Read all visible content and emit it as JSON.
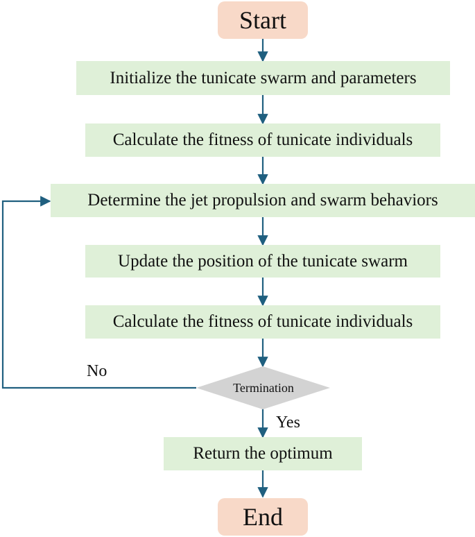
{
  "flowchart": {
    "start": "Start",
    "steps": [
      "Initialize the tunicate swarm and parameters",
      "Calculate the fitness of tunicate individuals",
      "Determine the jet propulsion and swarm behaviors",
      "Update the position of the tunicate swarm",
      "Calculate the fitness of tunicate individuals"
    ],
    "decision": "Termination",
    "no_label": "No",
    "yes_label": "Yes",
    "result": "Return the optimum",
    "end": "End"
  },
  "colors": {
    "terminal_fill": "#f8d9c8",
    "process_fill": "#dff0d8",
    "decision_fill": "#d3d3d3",
    "arrow": "#1f5f7f"
  }
}
